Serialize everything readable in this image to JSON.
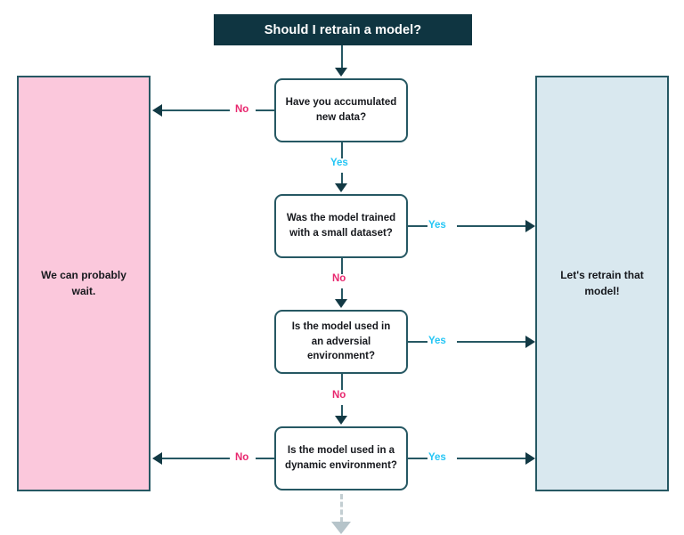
{
  "diagram": {
    "title": "Should I retrain a model?",
    "type": "flowchart",
    "decisions": [
      {
        "id": "accumulated-new-data",
        "text": "Have you accumulated new data?"
      },
      {
        "id": "small-dataset",
        "text": "Was the model trained with a small dataset?"
      },
      {
        "id": "adversial-environment",
        "text": "Is the model used in an adversial environment?"
      },
      {
        "id": "dynamic-environment",
        "text": "Is the model used in a dynamic environment?"
      }
    ],
    "outcomes": [
      {
        "id": "wait",
        "text": "We can probably wait.",
        "color": "#fbc8dc"
      },
      {
        "id": "retrain",
        "text": "Let's retrain that model!",
        "color": "#d9e8ef"
      }
    ],
    "edge_labels": {
      "yes": "Yes",
      "no": "No"
    },
    "edges": [
      {
        "from": "accumulated-new-data",
        "label": "No",
        "to": "wait"
      },
      {
        "from": "accumulated-new-data",
        "label": "Yes",
        "to": "small-dataset"
      },
      {
        "from": "small-dataset",
        "label": "Yes",
        "to": "retrain"
      },
      {
        "from": "small-dataset",
        "label": "No",
        "to": "adversial-environment"
      },
      {
        "from": "adversial-environment",
        "label": "Yes",
        "to": "retrain"
      },
      {
        "from": "adversial-environment",
        "label": "No",
        "to": "dynamic-environment"
      },
      {
        "from": "dynamic-environment",
        "label": "Yes",
        "to": "retrain"
      },
      {
        "from": "dynamic-environment",
        "label": "No",
        "to": "wait"
      }
    ],
    "colors": {
      "title_background": "#0f3541",
      "title_text": "#ffffff",
      "stroke": "#265863",
      "yes_label": "#26c6f5",
      "no_label": "#e8286f",
      "wait_panel": "#fbc8dc",
      "retrain_panel": "#d9e8ef",
      "dashed_tail": "#c3ced2"
    }
  }
}
